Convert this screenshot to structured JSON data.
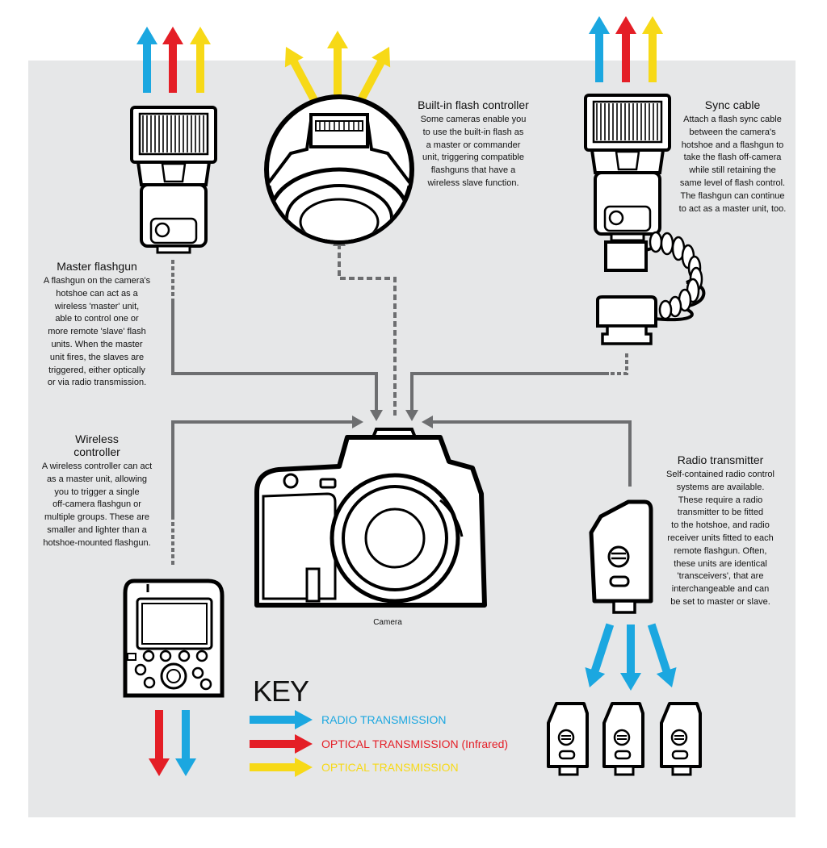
{
  "colors": {
    "radio": "#1ba7e0",
    "optical_ir": "#e41e26",
    "optical": "#f7d917",
    "panel": "#e6e7e8",
    "connector": "#6d6e70"
  },
  "labels": {
    "builtin": {
      "title": "Built-in flash controller",
      "lines": [
        "Some cameras enable you",
        "to use the built-in flash as",
        "a master or commander",
        "unit, triggering compatible",
        "flashguns that have a",
        "wireless slave function."
      ]
    },
    "sync": {
      "title": "Sync cable",
      "lines": [
        "Attach a flash sync cable",
        "between the camera's",
        "hotshoe and a flashgun to",
        "take the flash off-camera",
        "while still retaining the",
        "same level of flash control.",
        "The flashgun can continue",
        "to act as a master unit, too."
      ]
    },
    "master": {
      "title": "Master flashgun",
      "lines": [
        "A flashgun on the camera's",
        "hotshoe can act as a",
        "wireless 'master' unit,",
        "able to control one or",
        "more remote 'slave' flash",
        "units. When the master",
        "unit fires, the slaves are",
        "triggered, either optically",
        "or via radio transmission."
      ]
    },
    "wireless": {
      "title_line1": "Wireless",
      "title_line2": "controller",
      "lines": [
        "A wireless controller can act",
        "as a master unit, allowing",
        "you to trigger a single",
        "off-camera flashgun or",
        "multiple groups. These are",
        "smaller and lighter than a",
        "hotshoe-mounted flashgun."
      ]
    },
    "radio": {
      "title": "Radio transmitter",
      "lines": [
        "Self-contained radio control",
        "systems are available.",
        "These require a radio",
        "transmitter to be fitted",
        "to the hotshoe, and radio",
        "receiver units fitted to each",
        "remote flashgun. Often,",
        "these units are identical",
        "'transceivers', that are",
        "interchangeable and can",
        "be set to master or slave."
      ]
    },
    "camera": "Camera"
  },
  "key": {
    "title": "KEY",
    "items": [
      {
        "label": "RADIO TRANSMISSION",
        "color": "#1ba7e0"
      },
      {
        "label": "OPTICAL TRANSMISSION (Infrared)",
        "color": "#e41e26"
      },
      {
        "label": "OPTICAL TRANSMISSION",
        "color": "#f7d917"
      }
    ]
  }
}
